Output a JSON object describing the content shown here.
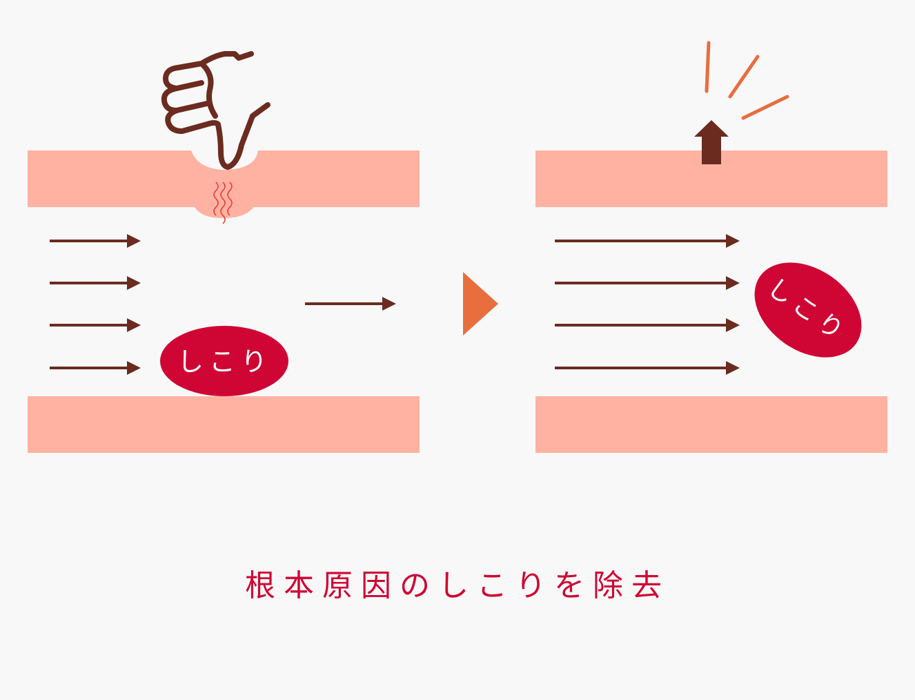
{
  "lump_label_left": "しこり",
  "lump_label_right": "しこり",
  "caption": "根本原因のしこりを除去",
  "colors": {
    "background": "#f8f8f8",
    "muscle": "#ffb2a2",
    "flow_arrow": "#6b2b1f",
    "lump": "#cf0533",
    "lump_text": "#ffffff",
    "transition_arrow": "#e86e3e",
    "pain_lines": "#f23a3a",
    "sparkle_lines": "#e86e3e",
    "up_arrow": "#6b2b1f",
    "finger": "#6b2b1f",
    "caption": "#cf0533"
  },
  "icons": {
    "finger": "pressing-finger-icon",
    "pain": "pain-wave-icon",
    "sparkle": "sparkle-burst-icon",
    "up": "up-arrow-icon",
    "next": "triangle-right-icon"
  }
}
